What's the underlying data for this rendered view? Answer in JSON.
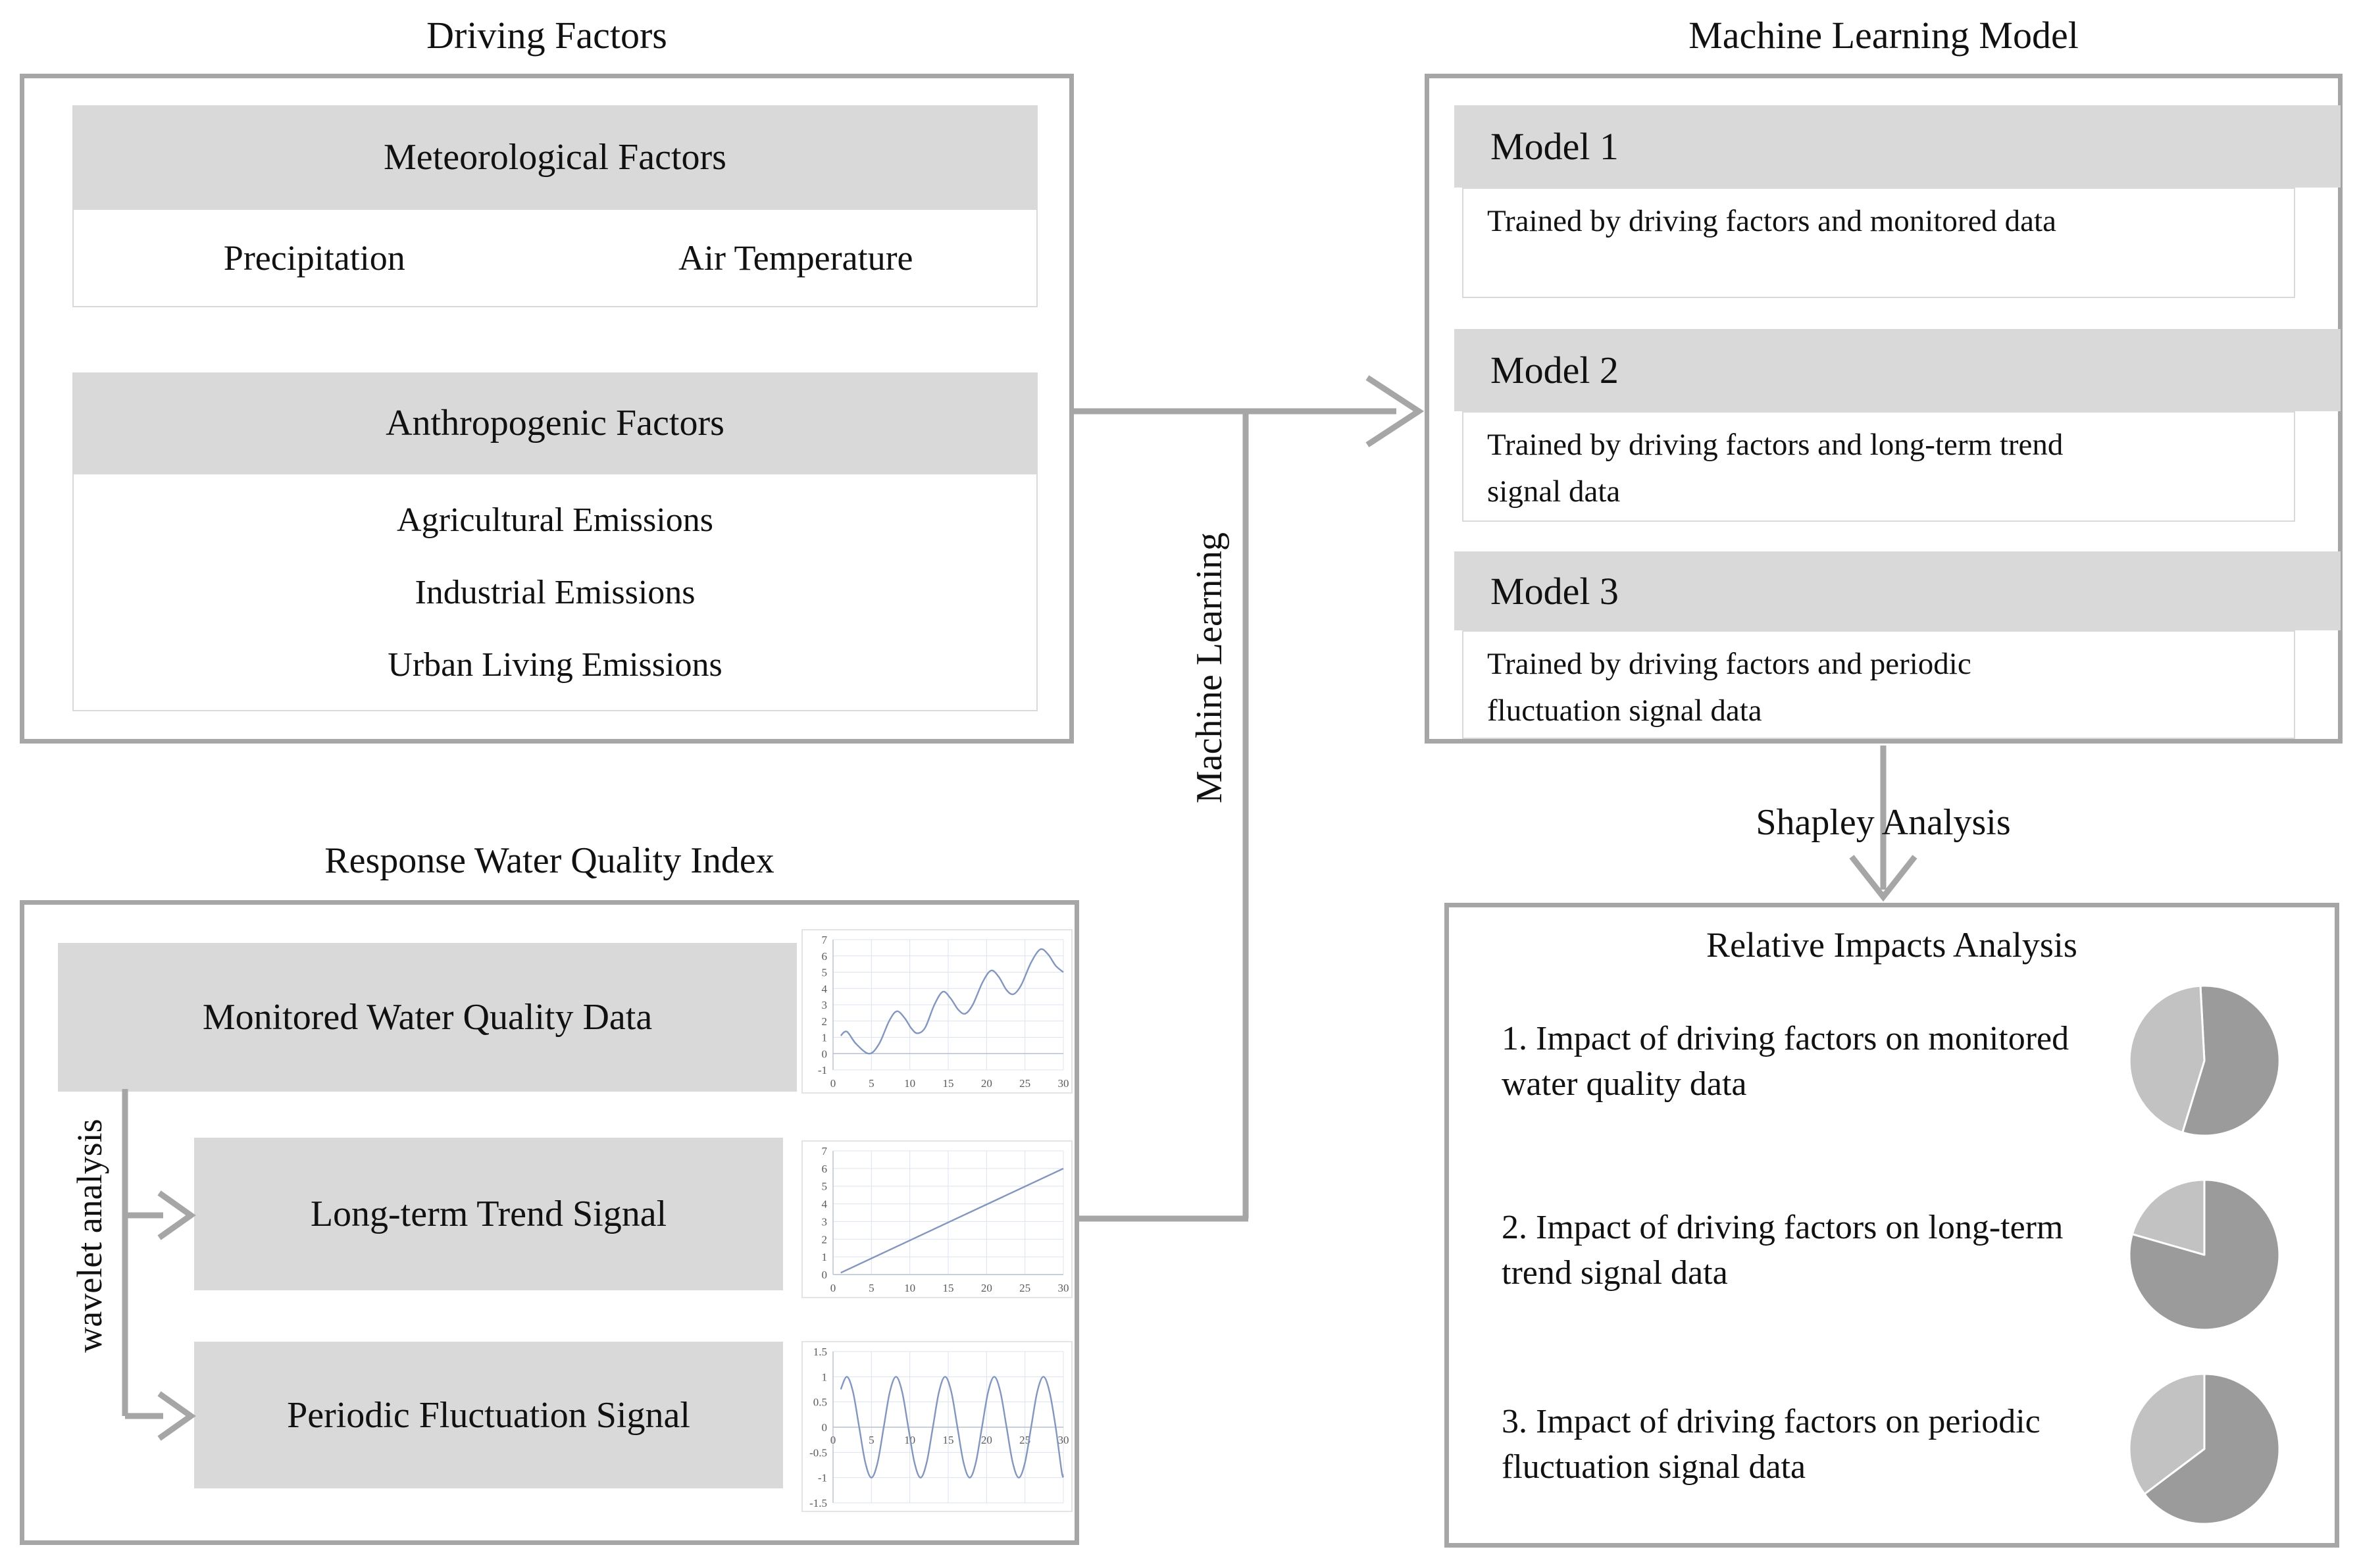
{
  "colors": {
    "box_border": "#a6a6a6",
    "panel_fill": "#d9d9d9",
    "connector": "#a6a6a6",
    "pie_dark": "#9b9b9b",
    "pie_light": "#c2c2c2",
    "chart_line": "#8296bf",
    "chart_grid": "#dce3ef"
  },
  "sections": {
    "driving_factors": {
      "title": "Driving Factors",
      "meteorological": {
        "header": "Meteorological Factors",
        "items": [
          "Precipitation",
          "Air Temperature"
        ]
      },
      "anthropogenic": {
        "header": "Anthropogenic Factors",
        "items": [
          "Agricultural Emissions",
          "Industrial Emissions",
          "Urban Living Emissions"
        ]
      }
    },
    "machine_learning_model": {
      "title": "Machine Learning Model",
      "models": [
        {
          "name": "Model 1",
          "description": "Trained by driving factors and monitored data"
        },
        {
          "name": "Model 2",
          "description": "Trained by driving factors and long-term trend signal data"
        },
        {
          "name": "Model 3",
          "description": "Trained by driving factors and periodic fluctuation signal data"
        }
      ]
    },
    "response_water_quality_index": {
      "title": "Response Water Quality Index",
      "signals": [
        "Monitored Water Quality Data",
        "Long-term Trend Signal",
        "Periodic Fluctuation Signal"
      ]
    },
    "relative_impacts": {
      "title": "Relative Impacts Analysis",
      "items": [
        "1. Impact of driving factors on monitored water quality data",
        "2. Impact of driving factors on long-term trend signal data",
        "3. Impact of driving factors on periodic fluctuation signal data"
      ]
    },
    "connectors": {
      "machine_learning_label": "Machine Learning",
      "shapley_label": "Shapley Analysis",
      "wavelet_label": "wavelet analysis"
    }
  },
  "chart_data": [
    {
      "id": "monitored-water-quality",
      "type": "line",
      "title": "",
      "xlabel": "",
      "ylabel": "",
      "xlim": [
        0,
        30
      ],
      "ylim": [
        -1,
        7
      ],
      "xticks": [
        0,
        5,
        10,
        15,
        20,
        25,
        30
      ],
      "yticks": [
        -1,
        0,
        1,
        2,
        3,
        4,
        5,
        6,
        7
      ],
      "grid": true,
      "x_labels_at_zero": false,
      "line_color": "#8296bf",
      "x": [
        1,
        1.8,
        3,
        4.7,
        6,
        7.3,
        8.3,
        9.3,
        10.2,
        11,
        12,
        13.2,
        14.3,
        15.3,
        16.3,
        17.2,
        18.2,
        19.5,
        20.6,
        21.6,
        22.6,
        23.5,
        24.5,
        25.8,
        27,
        28,
        29,
        30
      ],
      "y": [
        1.1,
        1.35,
        0.6,
        0.0,
        0.6,
        2.0,
        2.6,
        2.2,
        1.55,
        1.25,
        1.6,
        3.0,
        3.8,
        3.4,
        2.7,
        2.45,
        3.0,
        4.4,
        5.1,
        4.7,
        3.9,
        3.65,
        4.2,
        5.6,
        6.4,
        6.1,
        5.4,
        5.0
      ]
    },
    {
      "id": "long-term-trend",
      "type": "line",
      "title": "",
      "xlabel": "",
      "ylabel": "",
      "xlim": [
        0,
        30
      ],
      "ylim": [
        0,
        7
      ],
      "xticks": [
        0,
        5,
        10,
        15,
        20,
        25,
        30
      ],
      "yticks": [
        0,
        1,
        2,
        3,
        4,
        5,
        6,
        7
      ],
      "grid": true,
      "x_labels_at_zero": false,
      "line_color": "#8296bf",
      "x": [
        1,
        15.5,
        30
      ],
      "y": [
        0.1,
        3.05,
        6.0
      ]
    },
    {
      "id": "periodic-fluctuation",
      "type": "line",
      "title": "",
      "xlabel": "",
      "ylabel": "",
      "xlim": [
        0,
        30
      ],
      "ylim": [
        -1.5,
        1.5
      ],
      "xticks": [
        0,
        5,
        10,
        15,
        20,
        25,
        30
      ],
      "yticks": [
        -1.5,
        -1,
        -0.5,
        0,
        0.5,
        1,
        1.5
      ],
      "grid": true,
      "x_labels_at_zero": true,
      "line_color": "#8296bf",
      "x": [
        1,
        1.8,
        2.6,
        3.4,
        4.2,
        5,
        5.8,
        6.6,
        7.4,
        8.2,
        9,
        9.8,
        10.6,
        11.4,
        12.2,
        13,
        13.8,
        14.6,
        15.4,
        16.2,
        17,
        17.8,
        18.6,
        19.4,
        20.2,
        21,
        21.8,
        22.6,
        23.4,
        24.2,
        25,
        25.8,
        26.6,
        27.4,
        28.2,
        29,
        29.8,
        30
      ],
      "y": [
        0.75,
        1,
        0.7,
        0,
        -0.7,
        -1,
        -0.7,
        0,
        0.7,
        1,
        0.7,
        0,
        -0.7,
        -1,
        -0.7,
        0,
        0.7,
        1,
        0.7,
        0,
        -0.7,
        -1,
        -0.7,
        0,
        0.7,
        1,
        0.7,
        0,
        -0.7,
        -1,
        -0.7,
        0,
        0.7,
        1,
        0.7,
        0,
        -0.9,
        -0.95
      ]
    },
    {
      "id": "pie-impact-monitored",
      "type": "pie",
      "title": "",
      "slices": [
        {
          "name": "dark-gray-slice",
          "percent": 55.6,
          "start_deg": -3,
          "sweep_deg": 200,
          "color": "#9b9b9b"
        },
        {
          "name": "light-gray-slice",
          "percent": 44.4,
          "start_deg": 197,
          "sweep_deg": 160,
          "color": "#c2c2c2"
        }
      ]
    },
    {
      "id": "pie-impact-trend",
      "type": "pie",
      "title": "",
      "slices": [
        {
          "name": "dark-gray-slice",
          "percent": 79.4,
          "start_deg": 0,
          "sweep_deg": 286,
          "color": "#9b9b9b"
        },
        {
          "name": "light-gray-slice",
          "percent": 20.6,
          "start_deg": 286,
          "sweep_deg": 74,
          "color": "#c2c2c2"
        }
      ]
    },
    {
      "id": "pie-impact-periodic",
      "type": "pie",
      "title": "",
      "slices": [
        {
          "name": "dark-gray-slice",
          "percent": 64.7,
          "start_deg": 0,
          "sweep_deg": 233,
          "color": "#9b9b9b"
        },
        {
          "name": "light-gray-slice",
          "percent": 35.3,
          "start_deg": 233,
          "sweep_deg": 127,
          "color": "#c2c2c2"
        }
      ]
    }
  ]
}
